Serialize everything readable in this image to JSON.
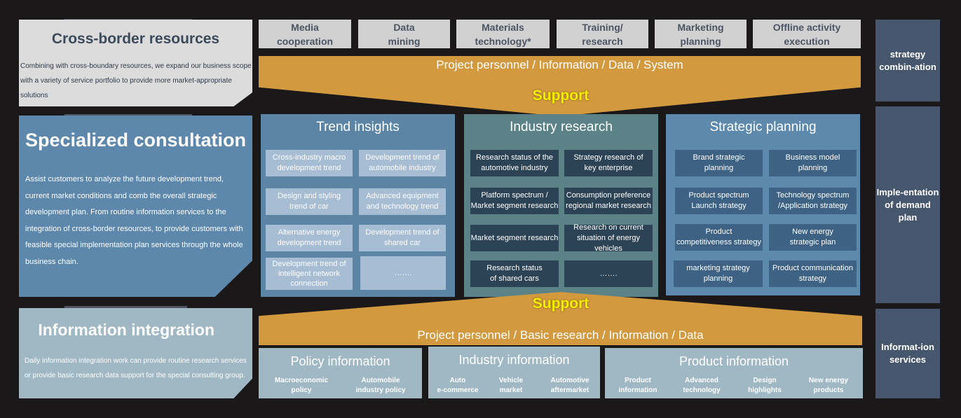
{
  "left": {
    "cross_border": {
      "title": "Cross-border resources",
      "desc": "Combining with cross-boundary resources, we expand our business scope with a variety of service portfolio to provide more market-appropriate solutions"
    },
    "consultation": {
      "title": "Specialized consultation",
      "desc": "Assist customers to analyze the future development trend, current market conditions and comb the overall strategic development plan. From routine information services to the integration of cross-border resources, to provide customers with feasible special implementation plan services through the whole business chain."
    },
    "integration": {
      "title": "Information integration",
      "desc": "Daily information integration work can provide routine research services or provide basic research data support for the special consulting group."
    }
  },
  "top_boxes": [
    {
      "line1": "Media",
      "line2": "cooperation"
    },
    {
      "line1": "Data",
      "line2": "mining"
    },
    {
      "line1": "Materials",
      "line2": "technology*"
    },
    {
      "line1": "Training/",
      "line2": "research"
    },
    {
      "line1": "Marketing",
      "line2": "planning"
    },
    {
      "line1": "Offline activity",
      "line2": "execution"
    }
  ],
  "funnel_top": {
    "label": "Project personnel /  Information / Data / System",
    "support": "Support"
  },
  "funnel_bottom": {
    "label": "Project personnel / Basic research / Information / Data",
    "support": "Support"
  },
  "trend": {
    "title": "Trend insights",
    "items": [
      [
        "Cross-industry macro",
        "development trend"
      ],
      [
        "Development trend of",
        "automobile industry"
      ],
      [
        "Design and styling",
        "trend of car"
      ],
      [
        "Advanced equipment",
        "and technology trend"
      ],
      [
        "Alternative energy",
        "development trend"
      ],
      [
        "Development trend of",
        "shared car"
      ],
      [
        "Development trend of",
        "intelligent network",
        "connection"
      ],
      [
        "……."
      ]
    ]
  },
  "industry": {
    "title": "Industry research",
    "items": [
      [
        "Research status of the",
        "automotive industry"
      ],
      [
        "Strategy research of",
        "key enterprise"
      ],
      [
        "Platform spectrum /",
        "Market segment research"
      ],
      [
        "Consumption preference",
        "regional market research"
      ],
      [
        "Market segment research"
      ],
      [
        "Research on current",
        "situation of energy vehicles"
      ],
      [
        "Research status",
        "of shared cars"
      ],
      [
        "……."
      ]
    ]
  },
  "strategic": {
    "title": "Strategic planning",
    "items": [
      [
        "Brand strategic",
        "planning"
      ],
      [
        "Business model",
        "planning"
      ],
      [
        "Product spectrum",
        "Launch strategy"
      ],
      [
        "Technology spectrum",
        "/Application strategy"
      ],
      [
        "Product",
        "competitiveness  strategy"
      ],
      [
        "New energy",
        "strategic plan"
      ],
      [
        "marketing strategy planning"
      ],
      [
        "Product communication",
        "strategy"
      ]
    ]
  },
  "right": [
    {
      "line1": "strategy",
      "line2": "combin-ation",
      "line3": ""
    },
    {
      "line1": "Imple-entation",
      "line2": "of demand",
      "line3": "plan"
    },
    {
      "line1": "Informat-ion",
      "line2": "services",
      "line3": ""
    }
  ],
  "info": {
    "policy": {
      "title": "Policy information",
      "subs": [
        [
          "Macroeconomic",
          "policy"
        ],
        [
          "Automobile",
          "industry policy"
        ]
      ]
    },
    "industry": {
      "title": "Industry information",
      "subs": [
        [
          "Auto",
          "e-commerce"
        ],
        [
          "Vehicle",
          "market"
        ],
        [
          "Automotive",
          "aftermarket"
        ]
      ]
    },
    "product": {
      "title": "Product information",
      "subs": [
        [
          "Product",
          "information"
        ],
        [
          "Advanced",
          "technology"
        ],
        [
          "Design",
          "highlights"
        ],
        [
          "New energy",
          "products"
        ]
      ]
    }
  }
}
